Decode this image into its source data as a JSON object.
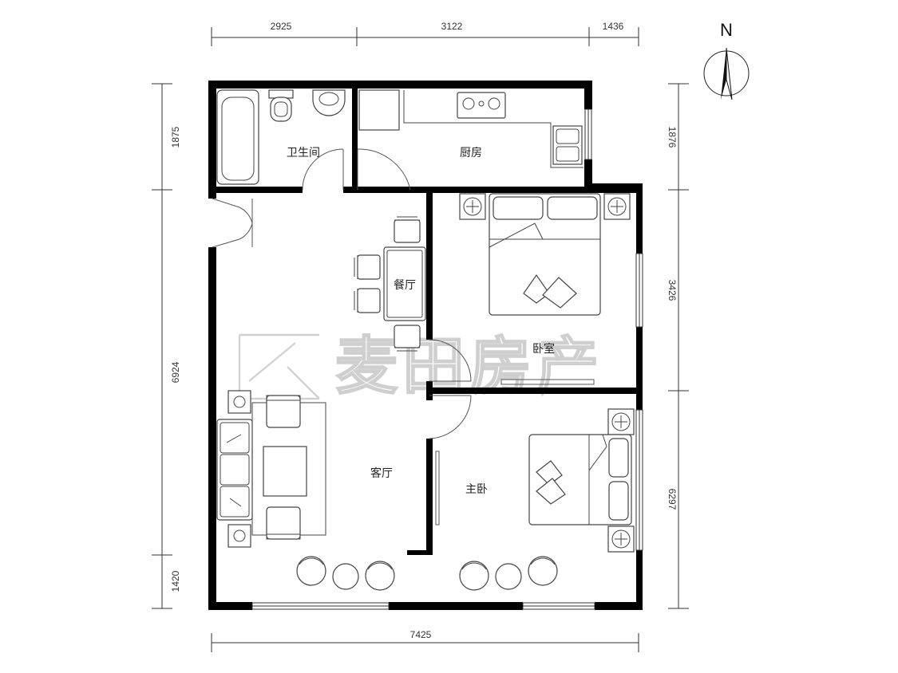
{
  "dimensions": {
    "top": [
      "2925",
      "3122",
      "1436"
    ],
    "bottom": "7425",
    "left": [
      "1875",
      "6924",
      "1420"
    ],
    "right": [
      "1876",
      "3426",
      "6297"
    ]
  },
  "compass": {
    "label": "N"
  },
  "rooms": {
    "bathroom": "卫生间",
    "kitchen": "厨房",
    "dining": "餐厅",
    "bedroom": "卧室",
    "living": "客厅",
    "master": "主卧"
  },
  "watermark": {
    "text": "麦田房产",
    "color": "#cfcfcf"
  },
  "colors": {
    "wall": "#000000",
    "line": "#333333"
  }
}
